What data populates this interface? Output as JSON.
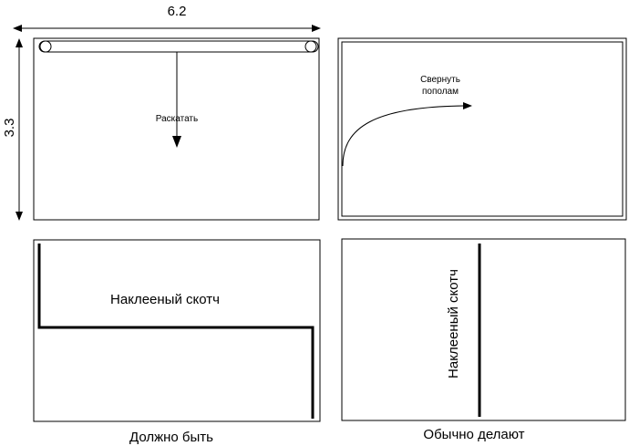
{
  "dimensions": {
    "width_label": "6.2",
    "height_label": "3.3"
  },
  "panels": {
    "top_left": {
      "label": "Раскатать"
    },
    "top_right": {
      "label_line1": "Свернуть",
      "label_line2": "пополам"
    },
    "bottom_left": {
      "label": "Наклееный скотч",
      "caption": "Должно быть"
    },
    "bottom_right": {
      "label": "Наклееный скотч",
      "caption": "Обычно делают"
    }
  }
}
